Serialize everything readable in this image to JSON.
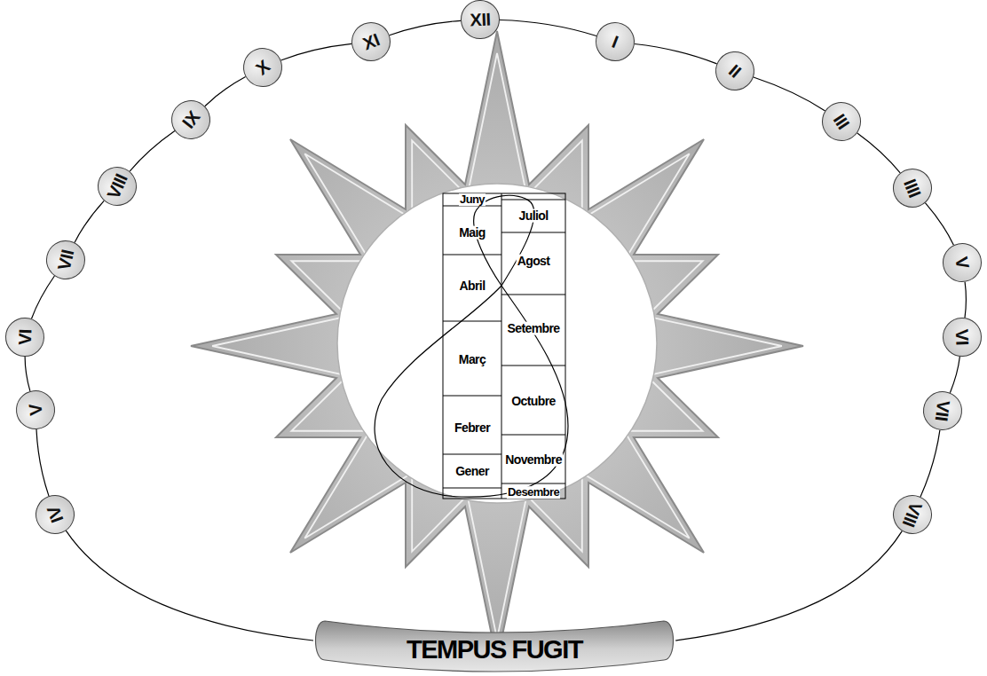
{
  "diagram": {
    "nodes": [
      {
        "text": [
          "XII"
        ]
      },
      {
        "text": [
          "I"
        ]
      },
      {
        "text": [
          "II"
        ]
      },
      {
        "text": [
          "III"
        ]
      },
      {
        "text": [
          "IIII"
        ]
      },
      {
        "text": [
          "V"
        ]
      },
      {
        "text": [
          "VI"
        ]
      },
      {
        "text": [
          "VII"
        ]
      },
      {
        "text": [
          "VIII"
        ]
      },
      {
        "text": [
          "XI"
        ]
      },
      {
        "text": [
          "X"
        ]
      },
      {
        "text": [
          "IX"
        ]
      },
      {
        "text": [
          "VIII"
        ]
      },
      {
        "text": [
          "VII"
        ]
      },
      {
        "text": [
          "VI"
        ]
      },
      {
        "text": [
          "V"
        ]
      },
      {
        "text": [
          "IV"
        ]
      },
      {
        "text": [
          "TEMPUS FUGIT"
        ]
      }
    ],
    "edges": [
      {
        "from": 0,
        "to": 1,
        "arrow": "none"
      },
      {
        "from": 1,
        "to": 2,
        "arrow": "none"
      },
      {
        "from": 2,
        "to": 3,
        "arrow": "none"
      },
      {
        "from": 3,
        "to": 4,
        "arrow": "none"
      },
      {
        "from": 4,
        "to": 5,
        "arrow": "none"
      },
      {
        "from": 5,
        "to": 6,
        "arrow": "none"
      },
      {
        "from": 6,
        "to": 7,
        "arrow": "none"
      },
      {
        "from": 7,
        "to": 8,
        "arrow": "none"
      },
      {
        "from": 8,
        "to": 17,
        "arrow": "none"
      },
      {
        "from": 0,
        "to": 9,
        "arrow": "none"
      },
      {
        "from": 9,
        "to": 10,
        "arrow": "none"
      },
      {
        "from": 10,
        "to": 11,
        "arrow": "none"
      },
      {
        "from": 11,
        "to": 12,
        "arrow": "none"
      },
      {
        "from": 12,
        "to": 13,
        "arrow": "none"
      },
      {
        "from": 13,
        "to": 14,
        "arrow": "none"
      },
      {
        "from": 14,
        "to": 15,
        "arrow": "none"
      },
      {
        "from": 15,
        "to": 16,
        "arrow": "none"
      },
      {
        "from": 16,
        "to": 17,
        "arrow": "none"
      }
    ],
    "labels": [
      "Juny",
      "Maig",
      "Abril",
      "Març",
      "Febrer",
      "Gener",
      "Juliol",
      "Agost",
      "Setembre",
      "Octubre",
      "Novembre",
      "Desembre"
    ]
  }
}
